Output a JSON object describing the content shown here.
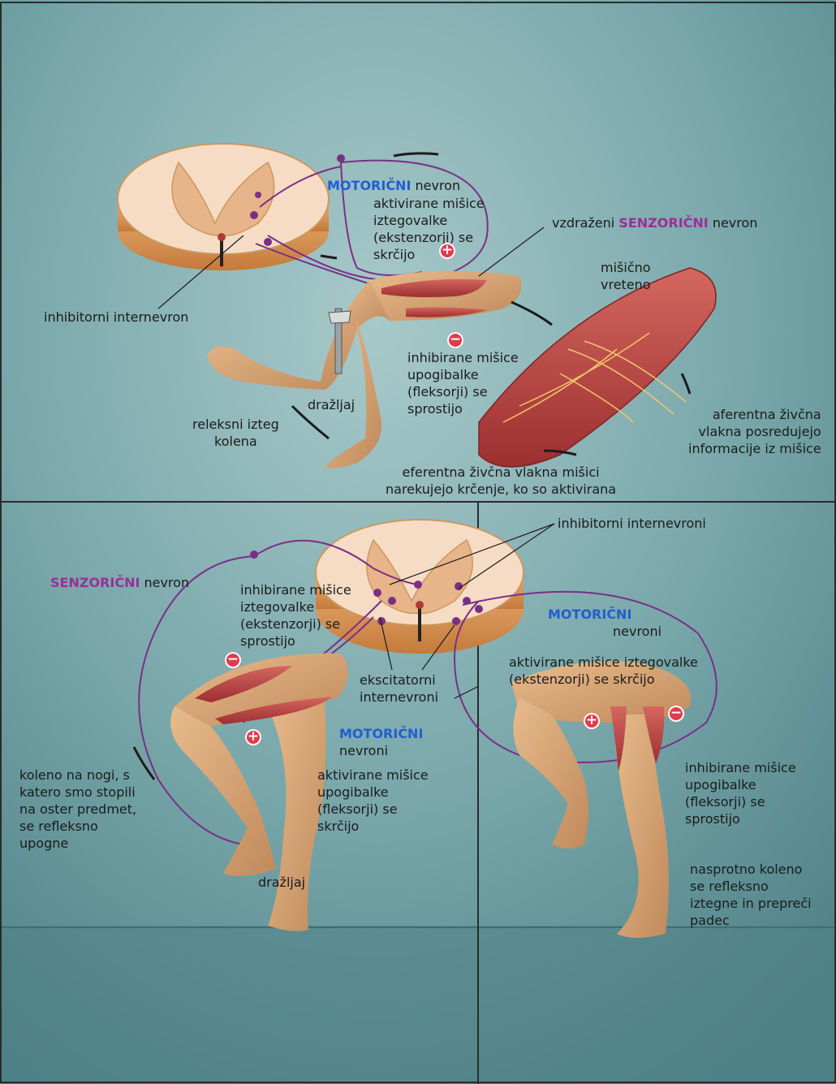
{
  "top": {
    "motor_neuron": {
      "title": "MOTORIČNI",
      "rest": " nevron"
    },
    "sensory_neuron": {
      "prefix": "vzdraženi ",
      "title": "SENZORIČNI",
      "rest": " nevron"
    },
    "activated_extensors": [
      "aktivirane mišice",
      "iztegovalke",
      "(ekstenzorji) se",
      "skrčijo"
    ],
    "inhibited_flexors": [
      "inhibirane mišice",
      "upogibalke",
      "(fleksorji) se",
      "sprostijo"
    ],
    "inhibitory_interneuron": "inhibitorni internevron",
    "muscle_spindle": [
      "mišično",
      "vreteno"
    ],
    "afferent_fibers": [
      "aferentna živčna",
      "vlakna posredujejo",
      "informacije iz mišice"
    ],
    "efferent_fibers": [
      "eferentna živčna vlakna mišici",
      "narekujejo krčenje, ko so aktivirana"
    ],
    "stimulus": "dražljaj",
    "reflex_extension": [
      "releksni izteg",
      "kolena"
    ]
  },
  "bottom_left": {
    "sensory_neuron": {
      "title": "SENZORIČNI",
      "rest": " nevron"
    },
    "inhibited_extensors": [
      "inhibirane mišice",
      "iztegovalke",
      "(ekstenzorji) se",
      "sprostijo"
    ],
    "excitatory_interneurons": [
      "ekscitatorni",
      "internevroni"
    ],
    "motor_neurons": {
      "title": "MOTORIČNI",
      "rest": "nevroni"
    },
    "activated_flexors": [
      "aktivirane mišice",
      "upogibalke",
      "(fleksorji) se",
      "skrčijo"
    ],
    "knee_bends": [
      "koleno na nogi, s",
      "katero smo stopili",
      "na oster predmet,",
      "se refleksno",
      "upogne"
    ],
    "stimulus": "dražljaj"
  },
  "bottom_right": {
    "inhibitory_interneurons": "inhibitorni internevroni",
    "motor_neurons": {
      "title": "MOTORIČNI",
      "rest": "nevroni"
    },
    "activated_extensors": [
      "aktivirane mišice iztegovalke",
      "(ekstenzorji) se skrčijo"
    ],
    "inhibited_flexors": [
      "inhibirane mišice",
      "upogibalke",
      "(fleksorji) se",
      "sprostijo"
    ],
    "opposite_knee": [
      "nasprotno koleno",
      "se refleksno",
      "iztegne in prepreči",
      "padec"
    ]
  },
  "signs": {
    "plus": "+",
    "minus": "−"
  },
  "colors": {
    "background": "#6f9fa3",
    "neuron": "#7a2f86",
    "motor_title": "#1f5fd0",
    "sensory_title": "#9a2f9a",
    "muscle": "#b8403f",
    "skin": "#d9a574",
    "sign": "#e23b4d"
  }
}
